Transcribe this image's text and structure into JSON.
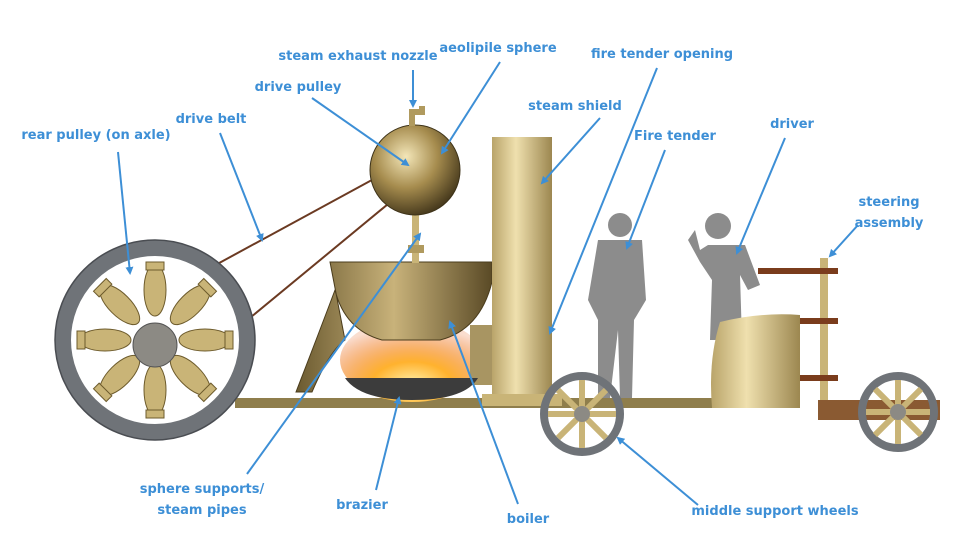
{
  "colors": {
    "label": "#3d8fd6",
    "wood": "#8a5a32",
    "brass": "#c9b477",
    "rim": "#6f7378",
    "silhouette": "#8c8c8c"
  },
  "labels": {
    "steam_exhaust_nozzle": "steam exhaust nozzle",
    "aeolipile_sphere": "aeolipile sphere",
    "drive_pulley": "drive pulley",
    "fire_tender_opening": "fire tender opening",
    "steam_shield": "steam shield",
    "rear_pulley": "rear pulley (on axle)",
    "drive_belt": "drive belt",
    "fire_tender": "Fire tender",
    "driver": "driver",
    "steering_line1": "steering",
    "steering_line2": "assembly",
    "sphere_supports_line1": "sphere supports/",
    "sphere_supports_line2": "steam pipes",
    "brazier": "brazier",
    "boiler": "boiler",
    "middle_support_wheels": "middle support wheels"
  }
}
